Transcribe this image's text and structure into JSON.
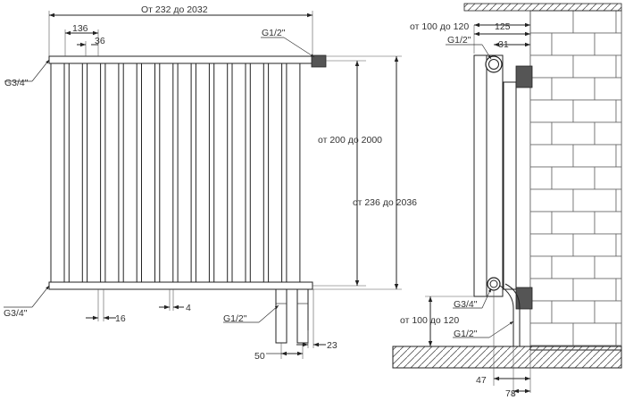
{
  "colors": {
    "line": "#222222",
    "background": "#ffffff",
    "bracket": "#555555"
  },
  "front_view": {
    "overall_width": "От 232 до 2032",
    "section_pitch": "136",
    "column_width": "36",
    "top_connection": "G1/2\"",
    "top_left_connection": "G3/4\"",
    "bottom_left_connection": "G3/4\"",
    "axis_height": "от 200 до 2000",
    "total_height": "от 236 до 2036",
    "column_gap": "16",
    "small_gap": "4",
    "bottom_connection": "G1/2\"",
    "pipe_spacing": "50",
    "pipe_offset": "23"
  },
  "side_view": {
    "wall_distance": "от 100 до 120",
    "depth": "125",
    "top_connection": "G1/2\"",
    "top_offset": "31",
    "bottom_connection_big": "G3/4\"",
    "floor_distance": "от 100 до 120",
    "bottom_connection_small": "G1/2\"",
    "bottom_offset_1": "47",
    "bottom_offset_2": "78"
  }
}
